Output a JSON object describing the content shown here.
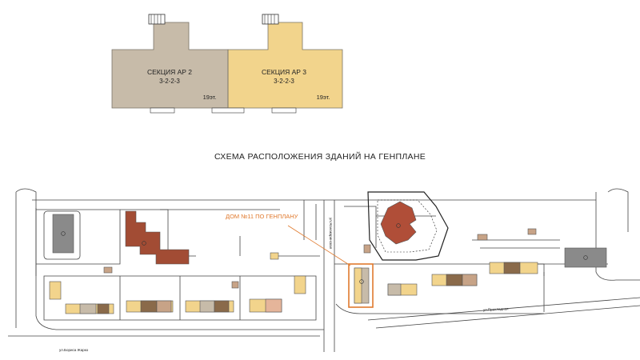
{
  "building_plan": {
    "section_left": {
      "name": "СЕКЦИЯ АР 2",
      "code": "3-2-2-3",
      "floors": "19эт.",
      "color": "#c7bba9"
    },
    "section_right": {
      "name": "СЕКЦИЯ АР 3",
      "code": "3-2-2-3",
      "floors": "19эт.",
      "color": "#f2d48c"
    }
  },
  "site_plan": {
    "caption": "СХЕМА РАСПОЛОЖЕНИЯ ЗДАНИЙ НА ГЕНПЛАНЕ",
    "callout_label": "ДОМ №11 ПО ГЕНПЛАНУ",
    "highlight_color": "#e07a2e",
    "street_label_bottom": "ул.Бориса Жарко",
    "street_label_right": "ул.Прохладная",
    "street_label_vertical": "ул.Жанакаринская"
  }
}
